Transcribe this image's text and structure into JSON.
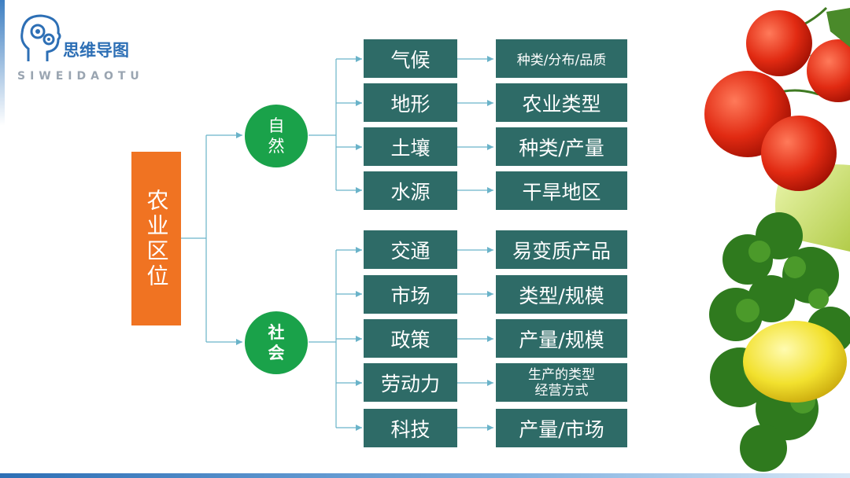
{
  "logo": {
    "title": "思维导图",
    "subtitle": "SIWEIDAOTU",
    "icon": "brain-gears-icon"
  },
  "root": {
    "label": "农业区位"
  },
  "branches": [
    {
      "label": "自然",
      "children": [
        {
          "label": "气候",
          "detail": "种类/分布/品质"
        },
        {
          "label": "地形",
          "detail": "农业类型"
        },
        {
          "label": "土壤",
          "detail": "种类/产量"
        },
        {
          "label": "水源",
          "detail": "干旱地区"
        }
      ]
    },
    {
      "label": "社会",
      "children": [
        {
          "label": "交通",
          "detail": "易变质产品"
        },
        {
          "label": "市场",
          "detail": "类型/规模"
        },
        {
          "label": "政策",
          "detail": "产量/规模"
        },
        {
          "label": "劳动力",
          "detail": "生产的类型\n经营方式"
        },
        {
          "label": "科技",
          "detail": "产量/市场"
        }
      ]
    }
  ],
  "colors": {
    "root": "#f07322",
    "branch": "#1aa24a",
    "node": "#2e6b67",
    "connector": "#6ab3c9",
    "logo": "#2d6fb5"
  }
}
